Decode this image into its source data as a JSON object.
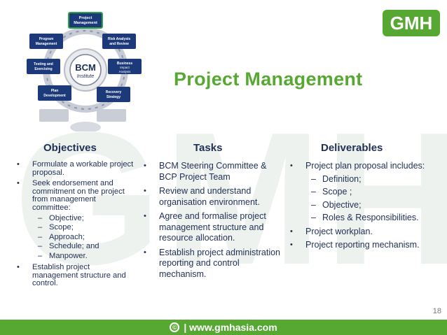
{
  "slide": {
    "title": "Project Management",
    "page_number": "18",
    "watermark": "GMH"
  },
  "logo": {
    "text": "GMH",
    "color": "#57a832"
  },
  "diagram": {
    "center_line1": "BCM",
    "center_line2": "Institute",
    "nodes": [
      "Project Management",
      "Risk Analysis and Review",
      "Business Impact Analysis",
      "Recovery Strategy",
      "Plan Development",
      "Testing and Exercising",
      "Program Management"
    ]
  },
  "columns": {
    "objectives": {
      "header": "Objectives",
      "items": [
        {
          "text": "Formulate a workable project proposal."
        },
        {
          "text": "Seek endorsement and commitment on the project from management committee:",
          "sub": [
            "Objective;",
            "Scope;",
            "Approach;",
            "Schedule; and",
            "Manpower."
          ]
        },
        {
          "text": "Establish project management structure and control."
        }
      ]
    },
    "tasks": {
      "header": "Tasks",
      "items": [
        {
          "text": "BCM Steering Committee & BCP Project Team"
        },
        {
          "text": "Review and understand organisation environment."
        },
        {
          "text": "Agree and formalise project management structure and resource allocation."
        },
        {
          "text": "Establish project administration reporting and control mechanism."
        }
      ]
    },
    "deliverables": {
      "header": "Deliverables",
      "items": [
        {
          "text": "Project plan proposal includes:",
          "sub": [
            "Definition;",
            "Scope ;",
            "Objective;",
            "Roles & Responsibilities."
          ]
        },
        {
          "text": "Project workplan."
        },
        {
          "text": "Project reporting mechanism."
        }
      ]
    }
  },
  "footer": {
    "text": "| www.gmhasia.com",
    "color": "#57a832"
  },
  "colors": {
    "accent": "#57a832",
    "text": "#1f2f55",
    "node": "#1c3a7a"
  }
}
